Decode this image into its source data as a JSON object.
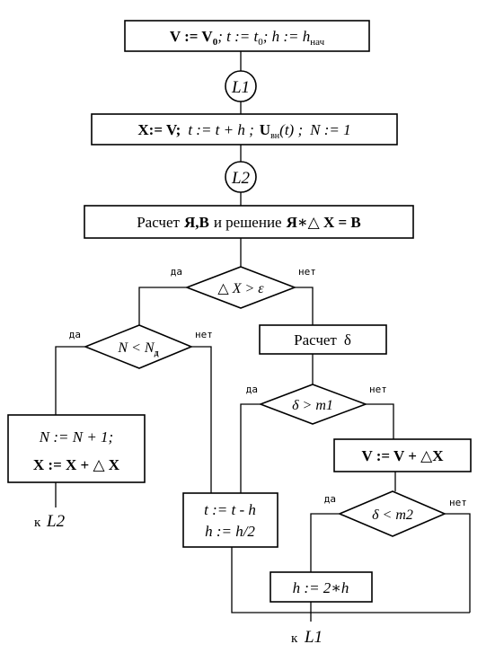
{
  "blocks": {
    "init": {
      "v_assign": "V := V",
      "v0_sub": "0",
      "t_assign": "; t := t",
      "t0_sub": "0",
      "h_assign": "; h := h",
      "h_sub": "нач"
    },
    "connector_l1": "L1",
    "step": {
      "x_assign": "X:= V;",
      "t_step": "t := t + h ;",
      "u_label": "U",
      "u_sub": "вн",
      "u_arg": "(t) ;",
      "n_assign": "N := 1"
    },
    "connector_l2": "L2",
    "calc": {
      "prefix": "Расчет",
      "matrices": "Я,В",
      "middle": "и решение",
      "equation": "Я∗△ X = В"
    },
    "decision_dx": "△ X > ε",
    "decision_n": {
      "main": "N < N",
      "sub": "д"
    },
    "n_increment": {
      "line1": "N := N + 1;",
      "line2": "X := X + △ X"
    },
    "to_l2": {
      "prefix": "к",
      "label": "L2"
    },
    "calc_delta": {
      "prefix": "Расчет",
      "symbol": "δ"
    },
    "decision_m1": "δ > m1",
    "v_update": "V := V + △X",
    "decision_m2": "δ < m2",
    "step_back": {
      "line1": "t := t - h",
      "line2": "h := h/2"
    },
    "h_double": "h := 2∗h",
    "to_l1": {
      "prefix": "к",
      "label": "L1"
    }
  },
  "branch_labels": {
    "dx_yes": "да",
    "dx_no": "нет",
    "n_yes": "да",
    "n_no": "нет",
    "m1_yes": "да",
    "m1_no": "нет",
    "m2_yes": "да",
    "m2_no": "нет"
  }
}
